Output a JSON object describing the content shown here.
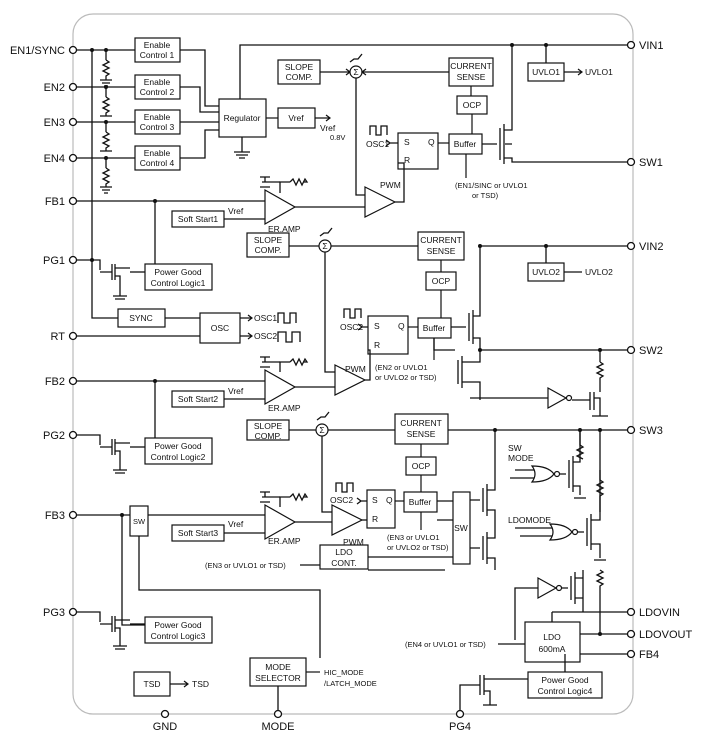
{
  "pins": {
    "left": [
      {
        "label": "EN1/SYNC"
      },
      {
        "label": "EN2"
      },
      {
        "label": "EN3"
      },
      {
        "label": "EN4"
      },
      {
        "label": "FB1"
      },
      {
        "label": "PG1"
      },
      {
        "label": "RT"
      },
      {
        "label": "FB2"
      },
      {
        "label": "PG2"
      },
      {
        "label": "FB3"
      },
      {
        "label": "PG3"
      }
    ],
    "right": [
      {
        "label": "VIN1"
      },
      {
        "label": "SW1"
      },
      {
        "label": "VIN2"
      },
      {
        "label": "SW2"
      },
      {
        "label": "SW3"
      },
      {
        "label": "LDOVIN"
      },
      {
        "label": "LDOVOUT"
      },
      {
        "label": "FB4"
      }
    ],
    "bottom": [
      {
        "label": "GND"
      },
      {
        "label": "MODE"
      },
      {
        "label": "PG4"
      }
    ]
  },
  "blocks": {
    "enable": [
      {
        "l1": "Enable",
        "l2": "Control 1"
      },
      {
        "l1": "Enable",
        "l2": "Control 2"
      },
      {
        "l1": "Enable",
        "l2": "Control 3"
      },
      {
        "l1": "Enable",
        "l2": "Control 4"
      }
    ],
    "regulator": "Regulator",
    "vref": "Vref",
    "vref_out": "Vref",
    "vref_val": "0.8V",
    "slope": {
      "l1": "SLOPE",
      "l2": "COMP."
    },
    "current_sense": {
      "l1": "CURRENT",
      "l2": "SENSE"
    },
    "ocp": "OCP",
    "buffer": "Buffer",
    "uvlo1": "UVLO1",
    "uvlo1_out": "UVLO1",
    "uvlo2": "UVLO2",
    "uvlo2_out": "UVLO2",
    "osc1_in": "OSC1",
    "osc2_in": "OSC2",
    "s": "S",
    "q": "Q",
    "r": "R",
    "pwm": "PWM",
    "ch1_cond": {
      "l1": "(EN1/SINC or UVLO1",
      "l2": "or TSD)"
    },
    "soft_start": [
      "Soft Start1",
      "Soft Start2",
      "Soft Start3"
    ],
    "vref_in": "Vref",
    "er_amp": "ER.AMP",
    "power_good": [
      {
        "l1": "Power Good",
        "l2": "Control Logic1"
      },
      {
        "l1": "Power Good",
        "l2": "Control Logic2"
      },
      {
        "l1": "Power Good",
        "l2": "Control Logic3"
      },
      {
        "l1": "Power Good",
        "l2": "Control Logic4"
      }
    ],
    "sync": "SYNC",
    "osc": "OSC",
    "osc1_out": "OSC1",
    "osc2_out": "OSC2",
    "ch2_cond": {
      "l1": "(EN2 or UVLO1",
      "l2": "or UVLO2 or TSD)"
    },
    "ch3_cond": {
      "l1": "(EN3 or UVLO1",
      "l2": "or UVLO2 or TSD)"
    },
    "sw": "SW",
    "sw_mode": {
      "l1": "SW",
      "l2": "MODE"
    },
    "ldo_mode": "LDOMODE",
    "ldo_cont": {
      "l1": "LDO",
      "l2": "CONT."
    },
    "en3_cond": "(EN3 or UVLO1  or TSD)",
    "ldo": {
      "l1": "LDO",
      "l2": "600mA"
    },
    "en4_cond": "(EN4 or UVLO1 or TSD)",
    "mode_selector": {
      "l1": "MODE",
      "l2": "SELECTOR"
    },
    "mode_out": {
      "l1": "HIC_MODE",
      "l2": "/LATCH_MODE"
    },
    "tsd": "TSD",
    "tsd_out": "TSD"
  }
}
